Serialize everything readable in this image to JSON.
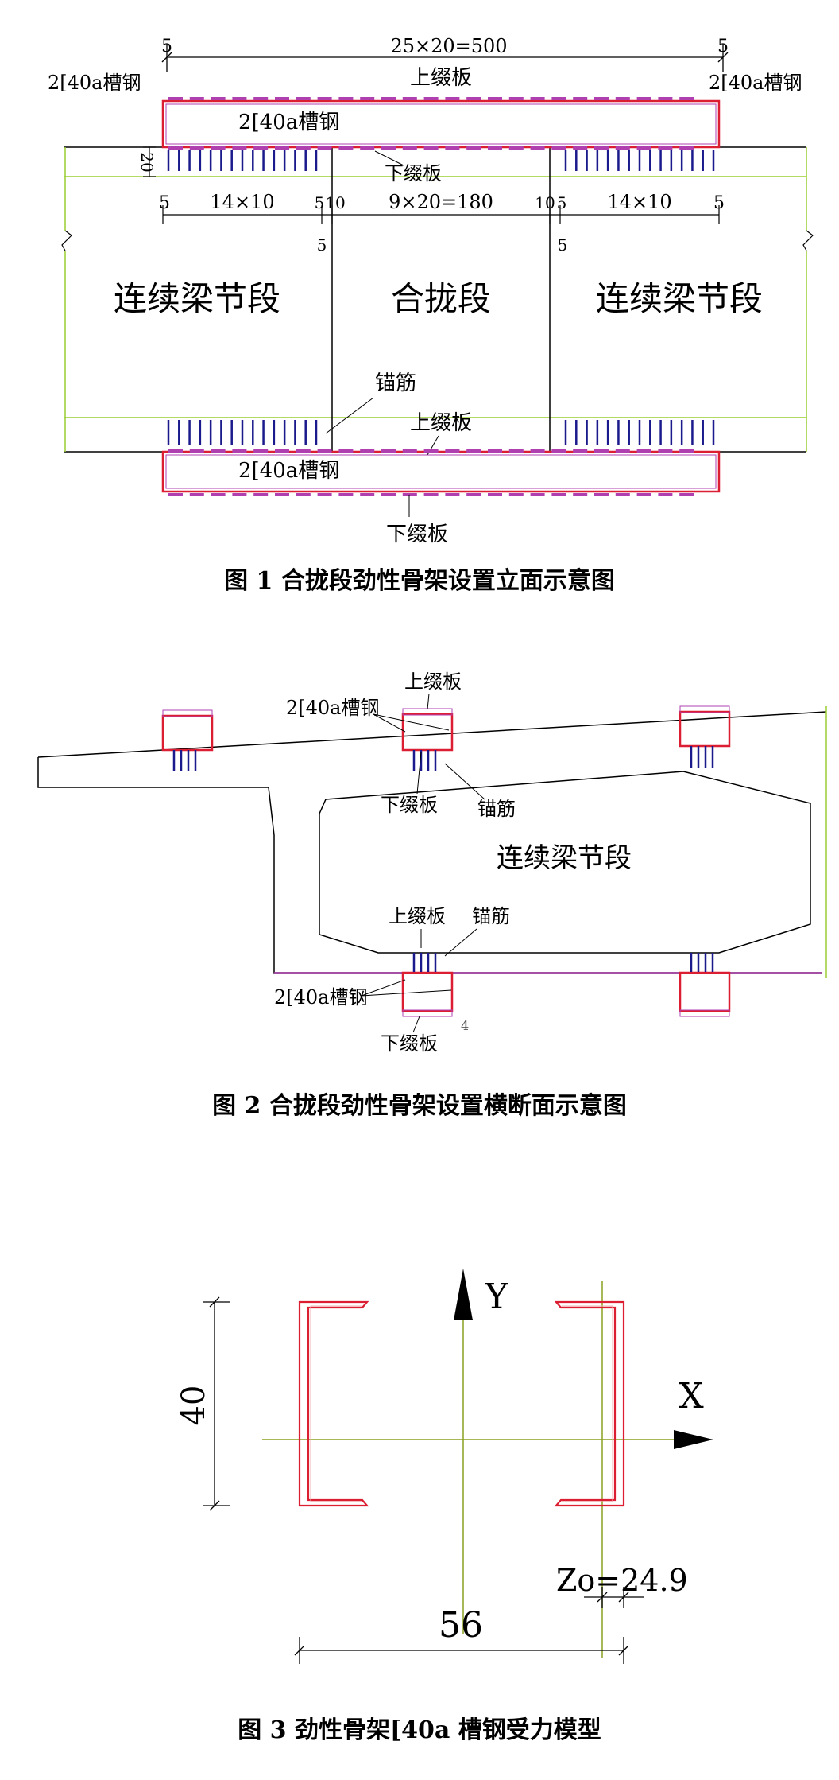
{
  "colors": {
    "beam_line": "#9acd32",
    "steel_red": "#dc1e32",
    "bolt_blue": "#1a1a8c",
    "plate_magenta": "#b040b0",
    "axis_green": "#8aa020",
    "line_black": "#000000"
  },
  "fig1": {
    "caption": "图 1  合拢段劲性骨架设置立面示意图",
    "dim_top_left": "5",
    "dim_top_mid": "25×20=500",
    "dim_top_right": "5",
    "channel_left": "2[40a槽钢",
    "channel_right": "2[40a槽钢",
    "upper_plate_top": "上缀板",
    "channel_top_inner": "2[40a槽钢",
    "lower_plate_top": "下缀板",
    "dim_height": "20",
    "dim_row": [
      "5",
      "14×10",
      "5",
      "10",
      "9×20=180",
      "10",
      "5",
      "14×10",
      "5"
    ],
    "dim_small_left": "5",
    "dim_small_right": "5",
    "seg_left": "连续梁节段",
    "seg_mid": "合拢段",
    "seg_right": "连续梁节段",
    "anchor": "锚筋",
    "upper_plate_bottom": "上缀板",
    "channel_bottom": "2[40a槽钢",
    "lower_plate_bottom": "下缀板"
  },
  "fig2": {
    "caption": "图 2  合拢段劲性骨架设置横断面示意图",
    "upper_plate_top": "上缀板",
    "channel_top": "2[40a槽钢",
    "lower_plate_top": "下缀板",
    "anchor_top": "锚筋",
    "segment": "连续梁节段",
    "upper_plate_bottom": "上缀板",
    "anchor_bottom": "锚筋",
    "channel_bottom": "2[40a槽钢",
    "lower_plate_bottom": "下缀板",
    "page_mark": "4"
  },
  "fig3": {
    "caption": "图 3  劲性骨架[40a 槽钢受力模型",
    "axis_y": "Y",
    "axis_x": "X",
    "dim_height": "40",
    "dim_width": "56",
    "z0": "Zo=24.9"
  }
}
